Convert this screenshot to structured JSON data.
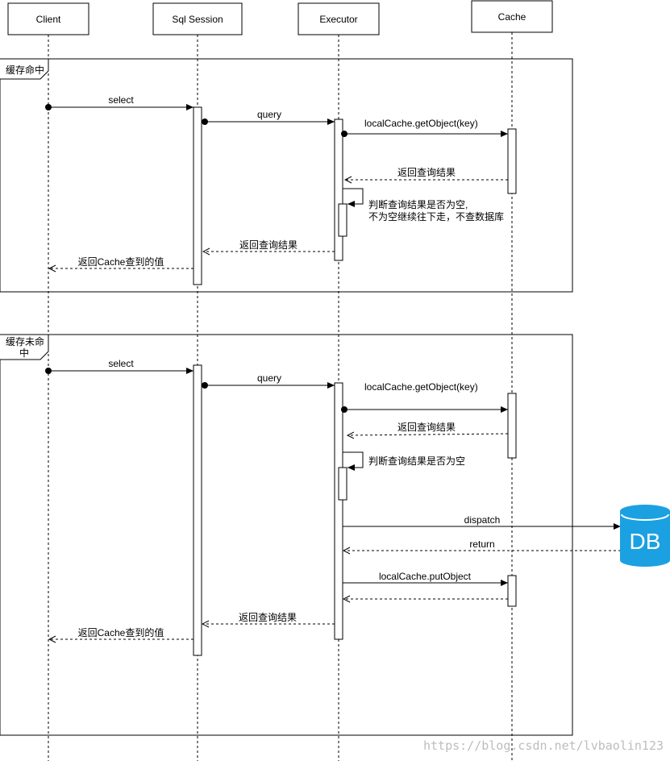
{
  "participants": [
    {
      "id": "client",
      "label": "Client"
    },
    {
      "id": "session",
      "label": "Sql Session"
    },
    {
      "id": "executor",
      "label": "Executor"
    },
    {
      "id": "cache",
      "label": "Cache"
    }
  ],
  "frames": {
    "hit": {
      "title": "缓存命中"
    },
    "miss": {
      "title_line1": "缓存未命",
      "title_line2": "中"
    }
  },
  "messages": {
    "hit": {
      "select": "select",
      "query": "query",
      "get_object": "localCache.getObject(key)",
      "return_result": "返回查询结果",
      "self_check_line1": "判断查询结果是否为空,",
      "self_check_line2": "不为空继续往下走，不查数据库",
      "return_to_session": "返回查询结果",
      "return_to_client": "返回Cache查到的值"
    },
    "miss": {
      "select": "select",
      "query": "query",
      "get_object": "localCache.getObject(key)",
      "return_result": "返回查询结果",
      "self_check": "判断查询结果是否为空",
      "dispatch": "dispatch",
      "db_return": "return",
      "put_object": "localCache.putObject",
      "return_to_session": "返回查询结果",
      "return_to_client": "返回Cache查到的值"
    }
  },
  "database": {
    "label": "DB",
    "color": "#1ba1e2"
  },
  "watermark": "https://blog.csdn.net/lvbaolin123"
}
